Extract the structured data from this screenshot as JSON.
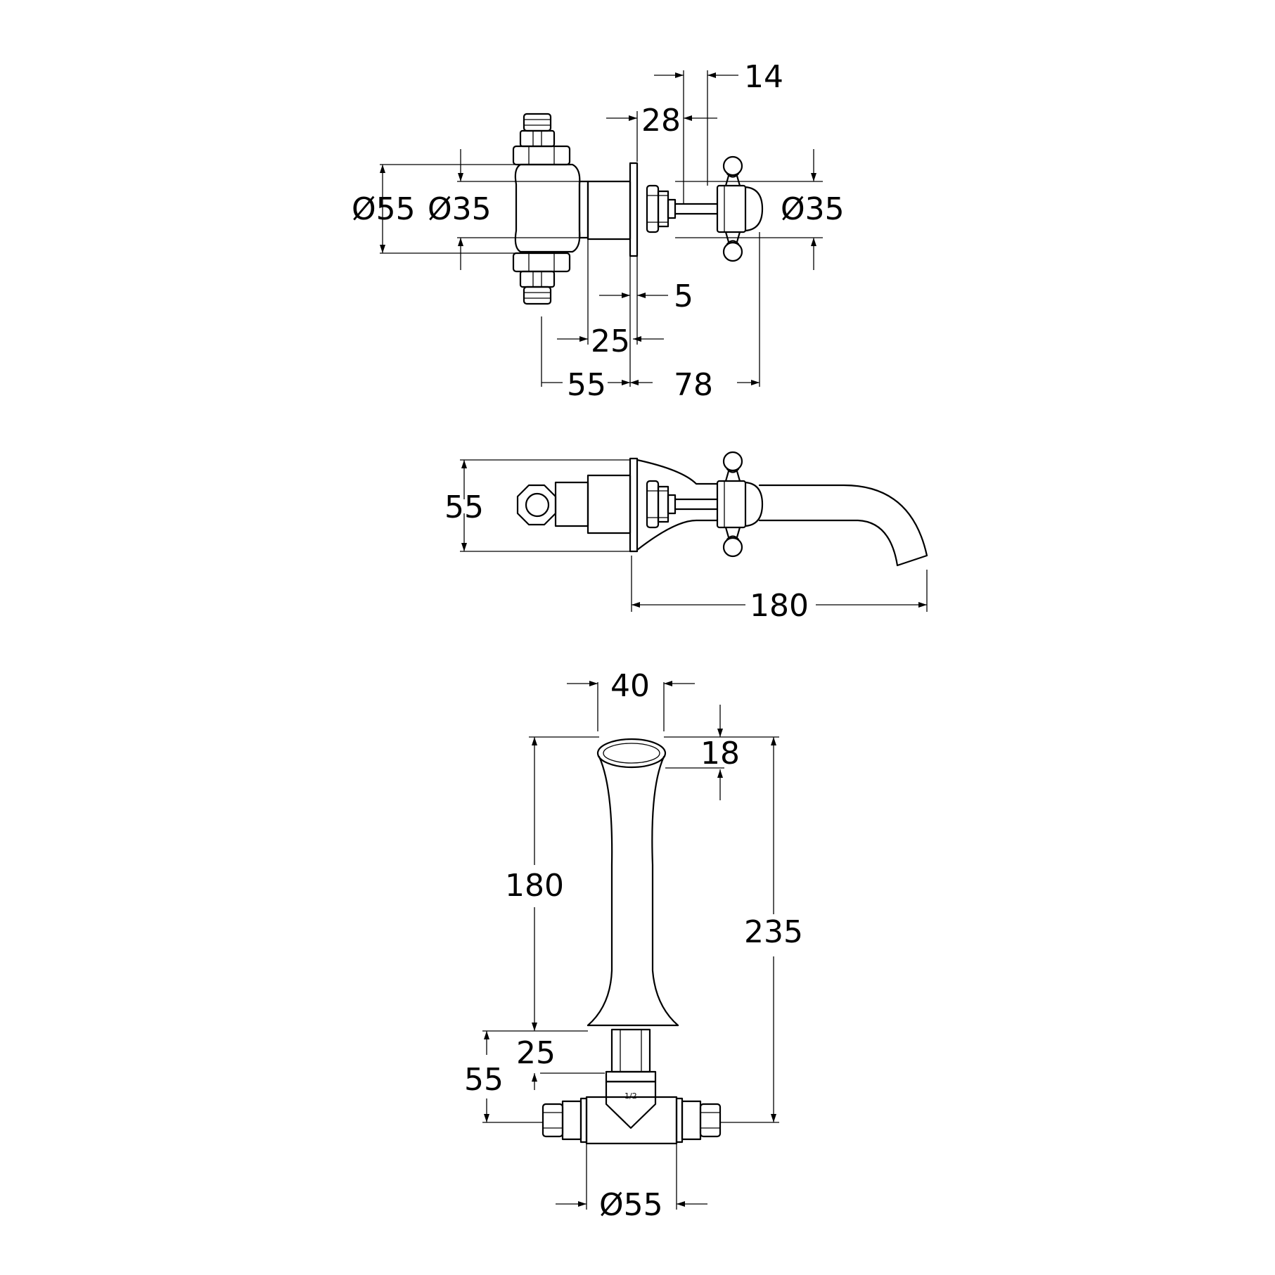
{
  "top_view": {
    "d14": "14",
    "d28": "28",
    "dia55": "Ø55",
    "dia35_left": "Ø35",
    "dia35_right": "Ø35",
    "d5": "5",
    "d25": "25",
    "d55": "55",
    "d78": "78"
  },
  "side_view": {
    "d55": "55",
    "d180": "180"
  },
  "front_view": {
    "d40": "40",
    "d18": "18",
    "d180": "180",
    "d235": "235",
    "d25": "25",
    "d55": "55",
    "dia55": "Ø55",
    "size_mark": "1/2"
  }
}
